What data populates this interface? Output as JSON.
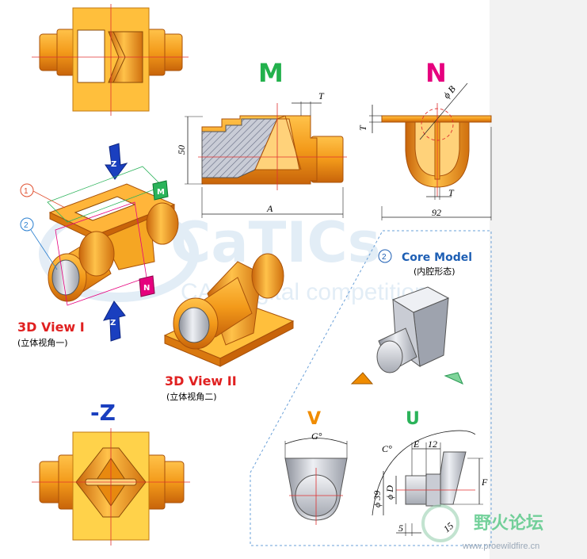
{
  "watermark": {
    "main": "CaTICs",
    "sub": "CAD digital competition",
    "site_cn": "野火论坛",
    "site_url": "www.proewildfire.cn"
  },
  "views": {
    "section_m": {
      "label": "M",
      "color": "#22b14c"
    },
    "section_n": {
      "label": "N",
      "color": "#e6007e"
    },
    "view_minus_z": {
      "label": "-Z",
      "color": "#1a3fbf"
    },
    "view_v": {
      "label": "V",
      "color": "#f08c00"
    },
    "view_u": {
      "label": "U",
      "color": "#2bb35a"
    },
    "view_3d_1": {
      "title": "3D View I",
      "subtitle": "(立体视角一)",
      "color": "#e02020"
    },
    "view_3d_2": {
      "title": "3D View II",
      "subtitle": "(立体视角二)",
      "color": "#e02020"
    },
    "core_model": {
      "number": "②",
      "title": "Core Model",
      "subtitle": "(内腔形态)",
      "color": "#1e5fb4"
    }
  },
  "dimensions": {
    "m_T": "T",
    "m_height": "50",
    "m_A": "A",
    "n_T_left": "T",
    "n_phiB": "ϕ B",
    "n_T_bottom": "T",
    "n_width": "92",
    "v_G": "G°",
    "u_C": "C°",
    "u_E": "E",
    "u_12": "12",
    "u_F": "F",
    "u_phi39": "ϕ 39",
    "u_phiD": "ϕ D",
    "u_5": "5",
    "u_15": "15"
  },
  "callouts": {
    "one": "1",
    "two": "2"
  },
  "arrow_tags": {
    "z_top": "Z",
    "z_bottom": "Z",
    "tag_m": "M",
    "tag_n": "N"
  },
  "colors": {
    "part_orange": "#f5a623",
    "part_dark": "#c8640a",
    "core_grey": "#c8cbd2",
    "hatch": "#8a92a6"
  }
}
